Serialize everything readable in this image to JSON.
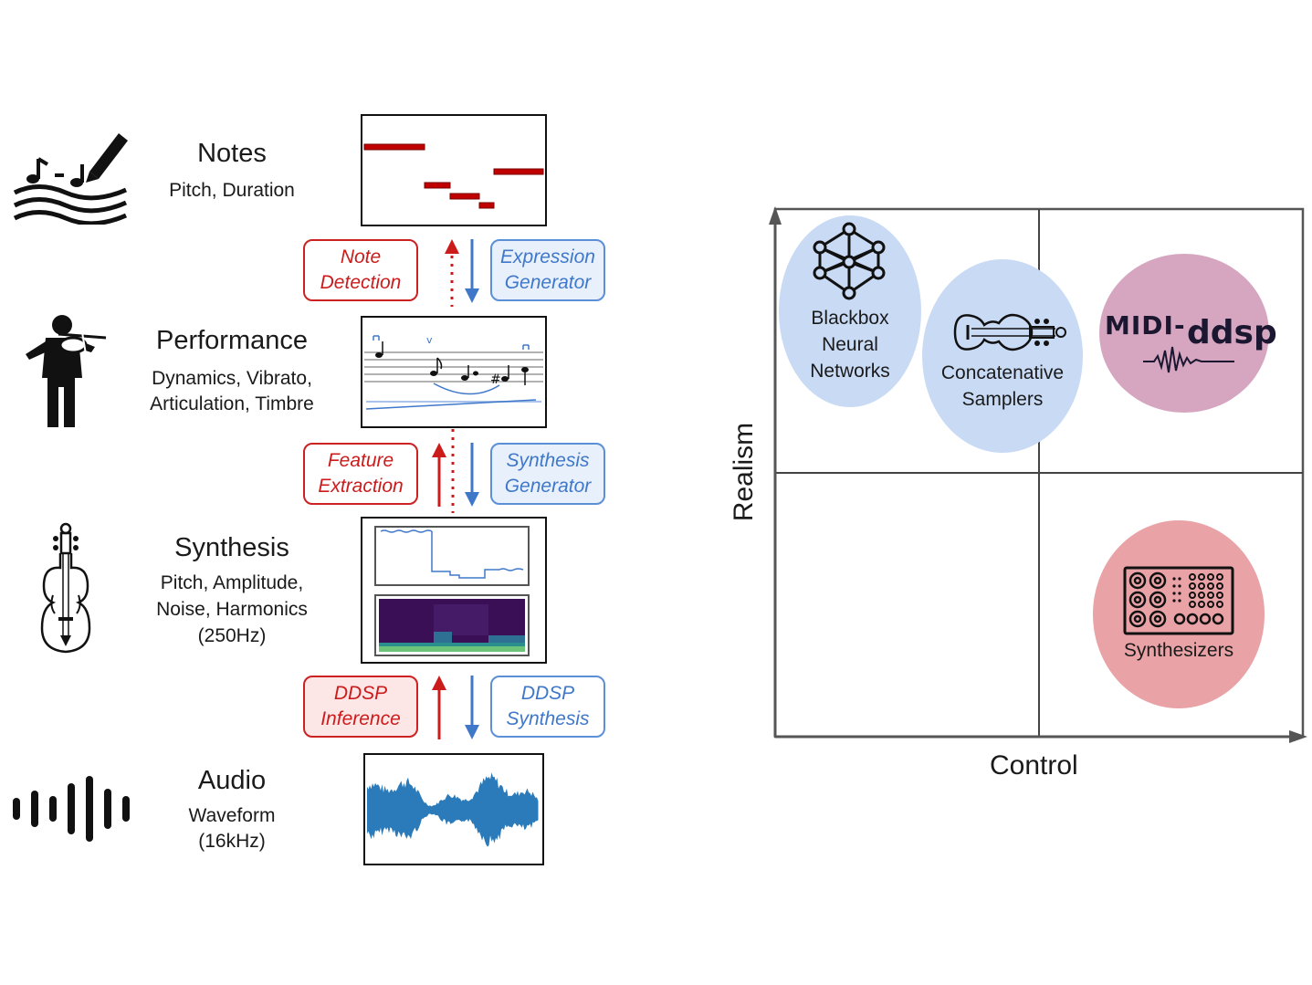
{
  "pipeline": {
    "stages": [
      {
        "title": "Notes",
        "sub": [
          "Pitch, Duration"
        ]
      },
      {
        "title": "Performance",
        "sub": [
          "Dynamics, Vibrato,",
          "Articulation, Timbre"
        ]
      },
      {
        "title": "Synthesis",
        "sub": [
          "Pitch, Amplitude,",
          "Noise, Harmonics",
          "(250Hz)"
        ]
      },
      {
        "title": "Audio",
        "sub": [
          "Waveform",
          "(16kHz)"
        ]
      }
    ],
    "transitions": [
      {
        "up": [
          "Note",
          "Detection"
        ],
        "down": [
          "Expression",
          "Generator"
        ]
      },
      {
        "up": [
          "Feature",
          "Extraction"
        ],
        "down": [
          "Synthesis",
          "Generator"
        ]
      },
      {
        "up": [
          "DDSP",
          "Inference"
        ],
        "down": [
          "DDSP",
          "Synthesis"
        ]
      }
    ],
    "icons": [
      "music-notes-pen-icon",
      "violinist-icon",
      "violin-icon",
      "audio-bars-icon"
    ]
  },
  "quadrant": {
    "x_axis_label": "Control",
    "y_axis_label": "Realism",
    "items": [
      {
        "label": [
          "Blackbox",
          "Neural",
          "Networks"
        ],
        "color": "#c9daf5",
        "icon": "neural-network-icon"
      },
      {
        "label": [
          "Concatenative",
          "Samplers"
        ],
        "color": "#c9daf5",
        "icon": "violin-icon"
      },
      {
        "logo": "MIDI-",
        "logo_suffix": "ddsp",
        "color": "#d6a5c0"
      },
      {
        "label": [
          "Synthesizers"
        ],
        "color": "#e9a3a6",
        "icon": "synthesizer-icon"
      }
    ]
  },
  "colors": {
    "red": "#cc1b1b",
    "blue": "#3f78c9",
    "note_bar": "#c00000"
  }
}
